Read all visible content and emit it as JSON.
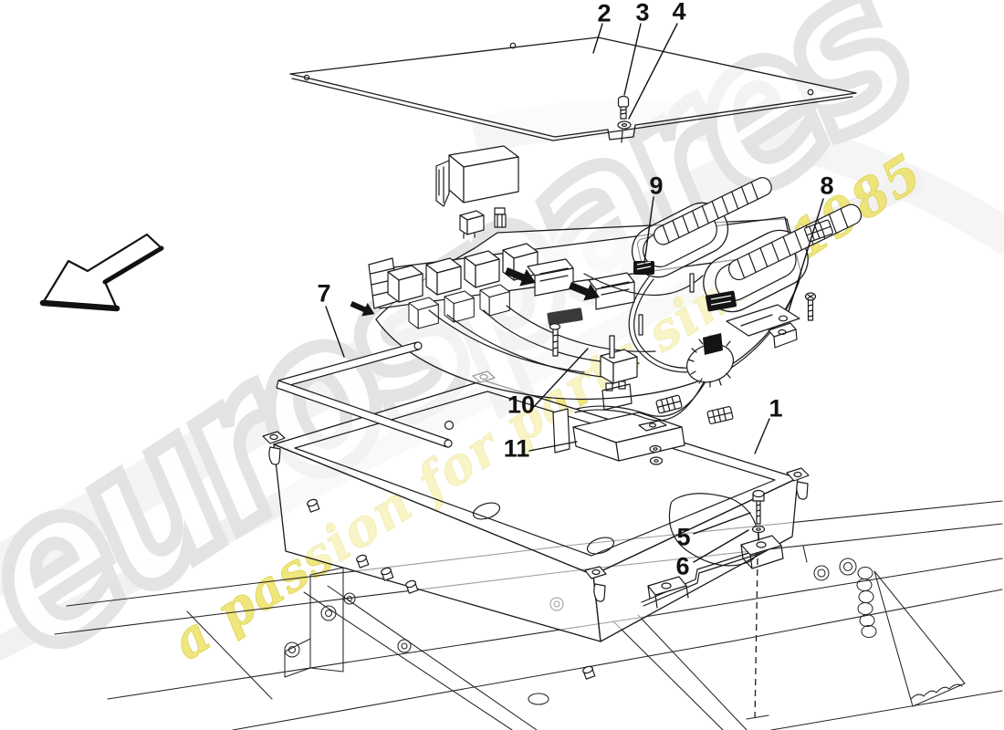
{
  "diagram": {
    "callouts": [
      {
        "label": "1"
      },
      {
        "label": "2"
      },
      {
        "label": "3"
      },
      {
        "label": "4"
      },
      {
        "label": "5"
      },
      {
        "label": "6"
      },
      {
        "label": "7"
      },
      {
        "label": "8"
      },
      {
        "label": "9"
      },
      {
        "label": "10"
      },
      {
        "label": "11"
      }
    ],
    "watermark": {
      "brand": "eurospares",
      "tagline": "a passion for parts since 1985",
      "brand_color": "#e3e3e3",
      "tagline_color": "#ece05e"
    }
  }
}
